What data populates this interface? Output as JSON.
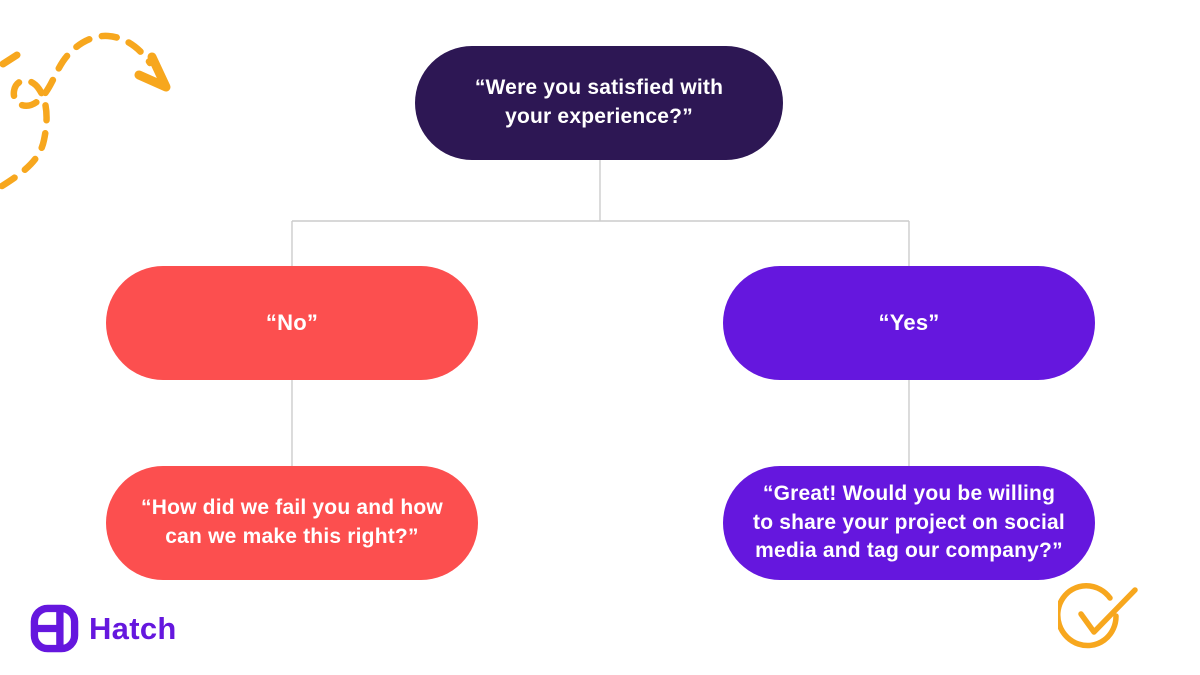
{
  "flowchart": {
    "root": {
      "label": "“Were you satisfied with\nyour experience?”"
    },
    "no_branch": {
      "label": "“No”"
    },
    "yes_branch": {
      "label": "“Yes”"
    },
    "no_followup": {
      "label": "“How did we fail you and how\ncan we make this right?”"
    },
    "yes_followup": {
      "label": "“Great! Would you be willing\nto share your project on social\nmedia and tag our company?”"
    }
  },
  "brand": {
    "logo_text": "Hatch"
  },
  "icons": {
    "arrow_doodle": "dashed-curved-arrow-doodle",
    "check_doodle": "circled-checkmark-doodle",
    "logo_mark": "hatch-h-rounded-square"
  },
  "colors": {
    "root_node": "#2d1754",
    "no_node": "#fc4f4f",
    "yes_node": "#6517de",
    "node_text": "#ffffff",
    "connector_line": "#cccccc",
    "doodle_yellow": "#f7a71e",
    "brand_purple": "#6517de",
    "background": "#ffffff"
  }
}
